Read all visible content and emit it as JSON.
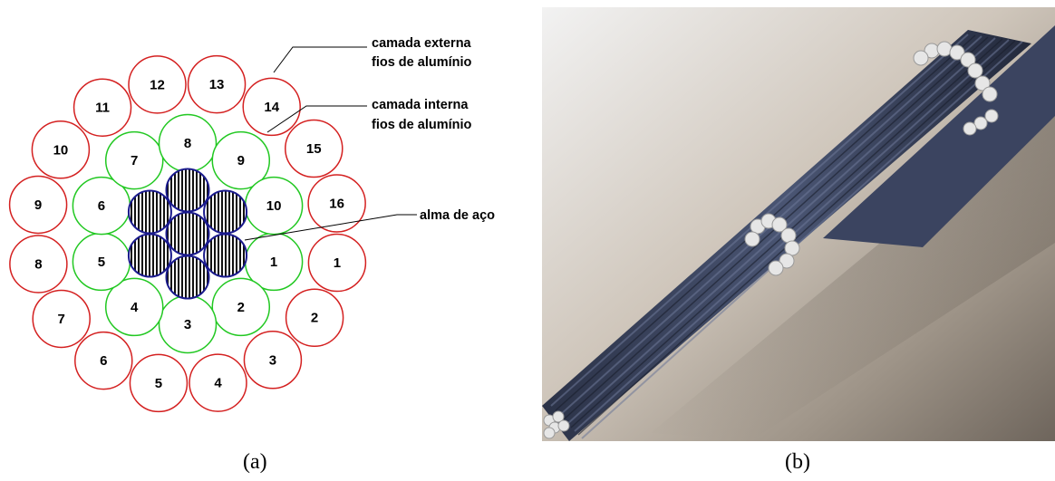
{
  "diagram": {
    "outer_layer": {
      "label_line1": "camada externa",
      "label_line2": "fios de alumínio",
      "color": "#d42020",
      "wires": [
        "1",
        "2",
        "3",
        "4",
        "5",
        "6",
        "7",
        "8",
        "9",
        "10",
        "11",
        "12",
        "13",
        "14",
        "15",
        "16"
      ]
    },
    "inner_layer": {
      "label_line1": "camada interna",
      "label_line2": "fios de alumínio",
      "color": "#22c822",
      "wires": [
        "1",
        "2",
        "3",
        "4",
        "5",
        "6",
        "7",
        "8",
        "9",
        "10"
      ]
    },
    "steel_core": {
      "label": "alma de aço",
      "color": "#1a1a8c"
    }
  },
  "captions": {
    "a": "(a)",
    "b": "(b)"
  }
}
